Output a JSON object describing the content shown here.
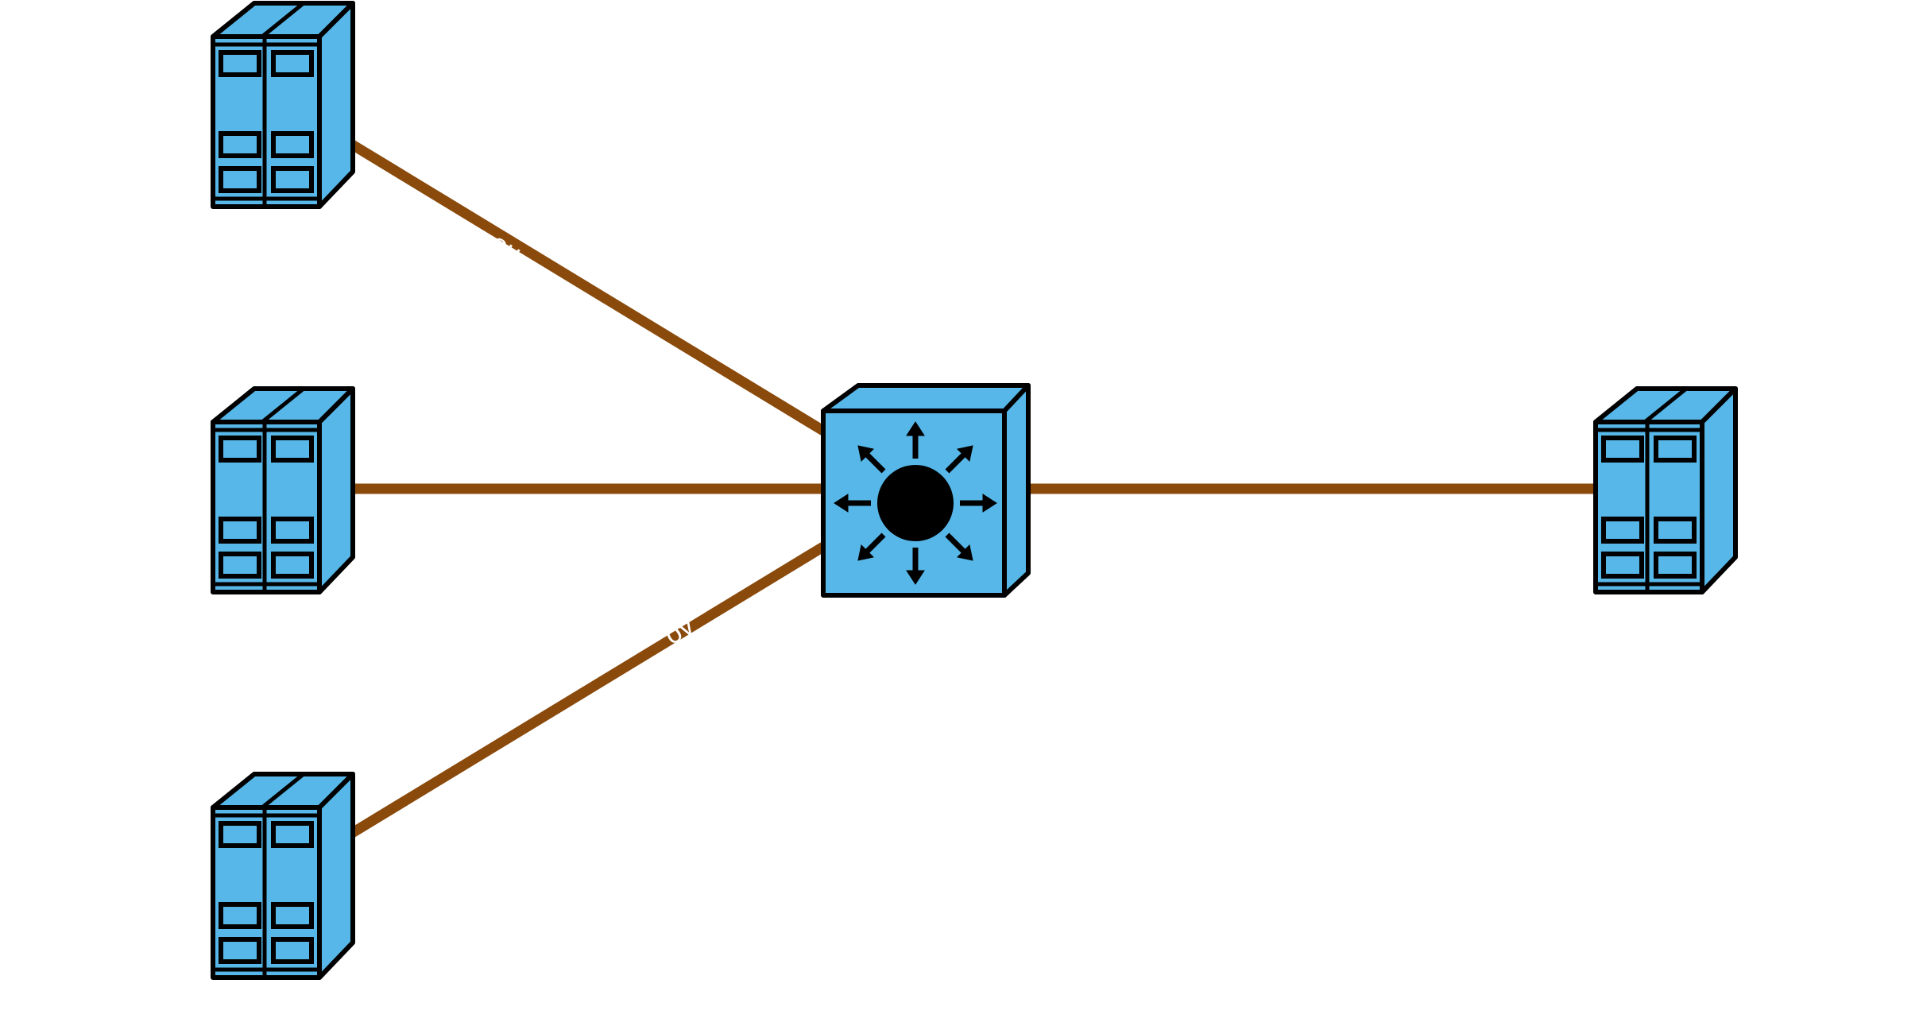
{
  "diagram": {
    "kind": "network-topology",
    "colors": {
      "device_fill": "#56b7e8",
      "device_outline": "#000000",
      "link": "#8a4a0c",
      "background": "#ffffff",
      "link_label": "#ffffff"
    },
    "nodes": [
      {
        "id": "server-top-left",
        "icon": "server-rack-icon"
      },
      {
        "id": "server-middle-left",
        "icon": "server-rack-icon"
      },
      {
        "id": "server-bottom-left",
        "icon": "server-rack-icon"
      },
      {
        "id": "core-switch",
        "icon": "layer3-switch-icon"
      },
      {
        "id": "server-right",
        "icon": "server-rack-icon"
      }
    ],
    "links": [
      {
        "from": "server-top-left",
        "to": "core-switch",
        "label": "ou"
      },
      {
        "from": "server-middle-left",
        "to": "core-switch",
        "label": ""
      },
      {
        "from": "server-bottom-left",
        "to": "core-switch",
        "label": "ov"
      },
      {
        "from": "core-switch",
        "to": "server-right",
        "label": ""
      }
    ]
  }
}
